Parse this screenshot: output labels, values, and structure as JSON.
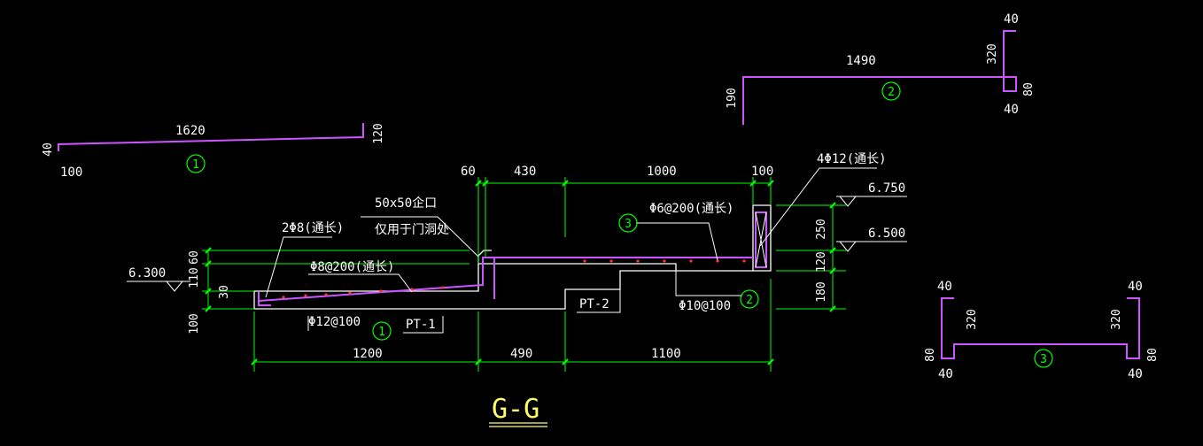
{
  "title": "G-G",
  "colors": {
    "background": "#000000",
    "concrete": "#ffffff",
    "rebar": "#cc55ff",
    "dimension": "#00ff00",
    "mark": "#00ff00",
    "text": "#ffffff",
    "title": "#ffff66"
  },
  "rebar_details": {
    "bar1": {
      "mark": "1",
      "length": "1620",
      "hook_end": "120",
      "start_height": "40",
      "start_len": "100"
    },
    "bar2": {
      "mark": "2",
      "length": "1490",
      "left_leg": "190",
      "right_up": "320",
      "top_hook": "40",
      "right_down": "80",
      "bottom_hook": "40"
    },
    "bar3": {
      "mark": "3",
      "left_top": "40",
      "left_leg": "320",
      "left_bottom": "80",
      "left_hook": "40",
      "right_top": "40",
      "right_leg": "320",
      "right_bottom": "80",
      "right_hook": "40"
    }
  },
  "section": {
    "top_dims": [
      "60",
      "430",
      "1000",
      "100"
    ],
    "bottom_dims": [
      "1200",
      "490",
      "1100"
    ],
    "left_dims": [
      "60",
      "110",
      "30",
      "100"
    ],
    "right_dims": [
      "250",
      "120",
      "180"
    ],
    "elevations": [
      "6.300",
      "6.750",
      "6.500"
    ],
    "labels": {
      "rebar_2phi8": "2Φ8(通长)",
      "rebar_phi8_200": "Φ8@200(通长)",
      "rebar_phi12_100": "Φ12@100",
      "pt1": "PT-1",
      "pt2": "PT-2",
      "notch_1": "50x50企口",
      "notch_2": "仅用于门洞处",
      "rebar_phi6_200": "Φ6@200(通长)",
      "rebar_4phi12": "4Φ12(通长)",
      "rebar_phi10_100": "Φ10@100"
    },
    "marks": [
      "1",
      "2",
      "3"
    ]
  }
}
